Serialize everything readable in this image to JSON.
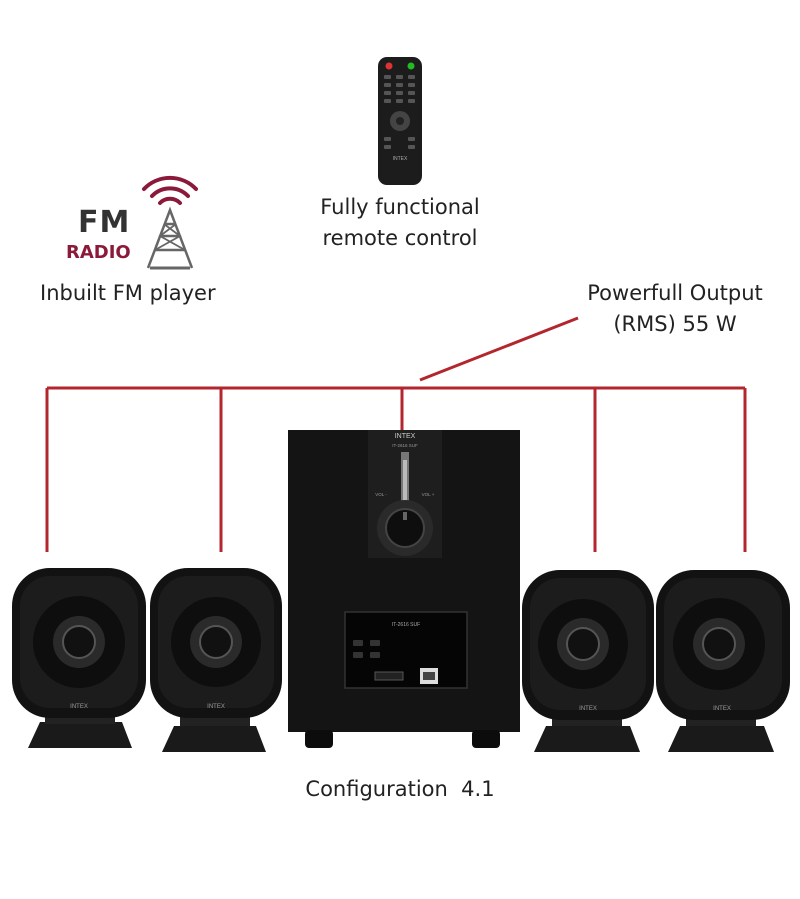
{
  "remote": {
    "caption_line1": "Fully functional",
    "caption_line2": "remote control",
    "brand": "INTEX"
  },
  "fm": {
    "logo_fm": "FM",
    "logo_radio": "RADIO",
    "caption": "Inbuilt FM player"
  },
  "output": {
    "caption_line1": "Powerfull Output",
    "caption_line2": "(RMS) 55 W"
  },
  "subwoofer": {
    "brand": "INTEX",
    "model": "IT-2616 SUF",
    "vol_minus": "VOL -",
    "vol_plus": "VOL +",
    "panel_model": "IT-2616 SUF"
  },
  "satellites": [
    {
      "brand": "INTEX"
    },
    {
      "brand": "INTEX"
    },
    {
      "brand": "INTEX"
    },
    {
      "brand": "INTEX"
    }
  ],
  "configuration": {
    "caption": "Configuration  4.1"
  },
  "colors": {
    "accent": "#b3262e",
    "radio_text": "#8b1a3a",
    "speaker_black": "#121212"
  }
}
